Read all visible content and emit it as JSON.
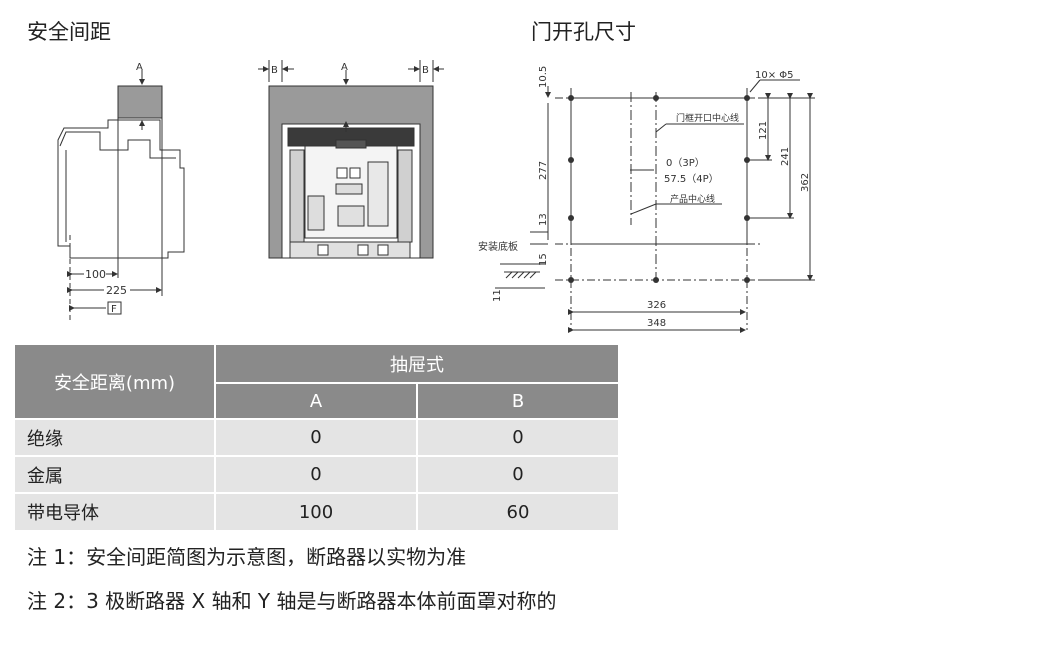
{
  "headings": {
    "clearance": "安全间距",
    "door_cutout": "门开孔尺寸"
  },
  "side_view": {
    "label_a": "A",
    "dim_100": "100",
    "dim_225": "225",
    "label_f": "F"
  },
  "front_view": {
    "label_a": "A",
    "label_b_left": "B",
    "label_b_right": "B"
  },
  "door_drawing": {
    "dim_10_5": "10.5",
    "hole_spec": "10× Φ5",
    "frame_center_label": "门框开口中心线",
    "dim_121": "121",
    "dim_241": "241",
    "dim_362": "362",
    "dim_277": "277",
    "offset_3p": "0（3P）",
    "offset_4p": "57.5（4P）",
    "product_center_label": "产品中心线",
    "dim_13": "13",
    "mount_plate_label": "安装底板",
    "dim_15": "15",
    "dim_11": "11",
    "dim_326": "326",
    "dim_348": "348"
  },
  "table": {
    "corner_header": "安全距离(mm)",
    "group_header": "抽屉式",
    "col_a": "A",
    "col_b": "B",
    "rows": [
      {
        "label": "绝缘",
        "a": "0",
        "b": "0"
      },
      {
        "label": "金属",
        "a": "0",
        "b": "0"
      },
      {
        "label": "带电导体",
        "a": "100",
        "b": "60"
      }
    ]
  },
  "notes": {
    "note1": "注 1：安全间距简图为示意图，断路器以实物为准",
    "note2": "注 2：3 极断路器 X 轴和 Y 轴是与断路器本体前面罩对称的"
  }
}
